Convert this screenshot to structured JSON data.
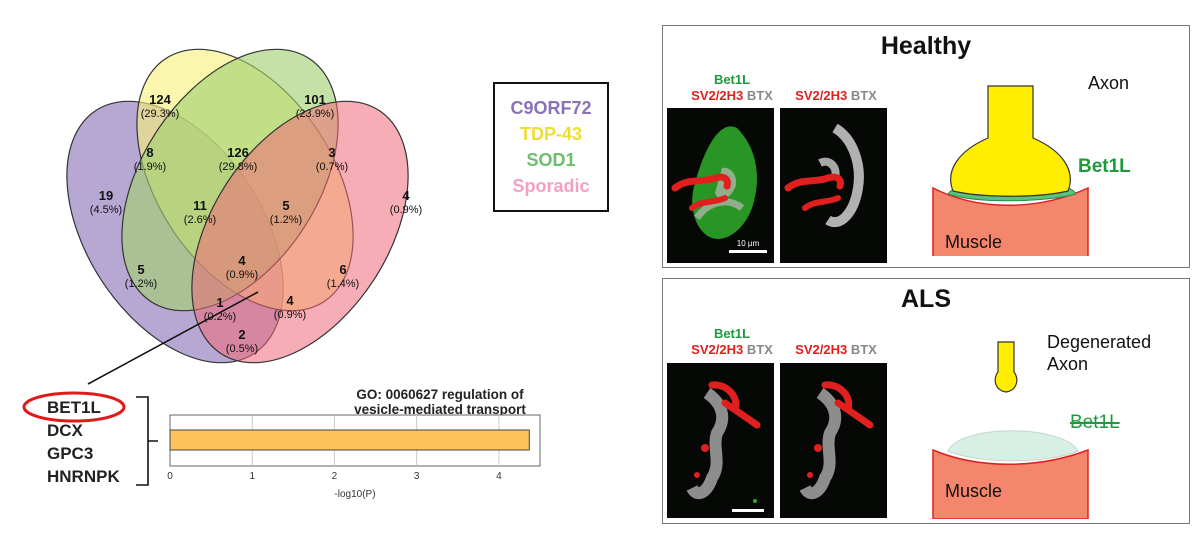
{
  "venn": {
    "regions": [
      {
        "id": "tdp43_only",
        "count": "124",
        "pct": "(29.3%)"
      },
      {
        "id": "sod1_only",
        "count": "101",
        "pct": "(23.9%)"
      },
      {
        "id": "c9_tdp",
        "count": "8",
        "pct": "(1.9%)"
      },
      {
        "id": "tdp_sod1",
        "count": "126",
        "pct": "(29.8%)"
      },
      {
        "id": "sod1_spor",
        "count": "3",
        "pct": "(0.7%)"
      },
      {
        "id": "c9_only",
        "count": "19",
        "pct": "(4.5%)"
      },
      {
        "id": "c9_tdp_sod1",
        "count": "11",
        "pct": "(2.6%)"
      },
      {
        "id": "tdp_sod1_spor",
        "count": "5",
        "pct": "(1.2%)"
      },
      {
        "id": "spor_only",
        "count": "4",
        "pct": "(0.9%)"
      },
      {
        "id": "all_four",
        "count": "4",
        "pct": "(0.9%)"
      },
      {
        "id": "c9_sod1",
        "count": "5",
        "pct": "(1.2%)"
      },
      {
        "id": "tdp_spor",
        "count": "6",
        "pct": "(1.4%)"
      },
      {
        "id": "c9_sod1_spor",
        "count": "1",
        "pct": "(0.2%)"
      },
      {
        "id": "c9_tdp_spor",
        "count": "4",
        "pct": "(0.9%)"
      },
      {
        "id": "c9_spor",
        "count": "2",
        "pct": "(0.5%)"
      }
    ]
  },
  "legend": {
    "items": [
      {
        "label": "C9ORF72",
        "color": "#8a72b8"
      },
      {
        "label": "TDP-43",
        "color": "#eedd33"
      },
      {
        "label": "SOD1",
        "color": "#6cbf6c"
      },
      {
        "label": "Sporadic",
        "color": "#f4a0c4"
      }
    ]
  },
  "genes": [
    "BET1L",
    "DCX",
    "GPC3",
    "HNRNPK"
  ],
  "go_chart": {
    "title_line1": "GO: 0060627 regulation of",
    "title_line2": "vesicle-mediated transport",
    "xlabel": "-log10(P)",
    "ticks": [
      "0",
      "1",
      "2",
      "3",
      "4"
    ]
  },
  "chart_data": {
    "type": "bar",
    "title": "GO: 0060627 regulation of vesicle-mediated transport",
    "categories": [
      ""
    ],
    "values": [
      4.37
    ],
    "xlabel": "-log10(P)",
    "xlim": [
      0,
      4.5
    ],
    "orientation": "horizontal",
    "bar_color": "#fdc35a"
  },
  "healthy": {
    "title": "Healthy",
    "img_label_bet1l": "Bet1L",
    "img_label_sv2": "SV2/2H3",
    "img_label_btx": "BTX",
    "scale_bar": "10 µm",
    "axon": "Axon",
    "bet1l": "Bet1L",
    "muscle": "Muscle"
  },
  "als": {
    "title": "ALS",
    "img_label_bet1l": "Bet1L",
    "img_label_sv2": "SV2/2H3",
    "img_label_btx": "BTX",
    "degenerated_line1": "Degenerated",
    "degenerated_line2": "Axon",
    "bet1l": "Bet1L",
    "muscle": "Muscle"
  },
  "colors": {
    "c9": "#8a72b8",
    "tdp": "#f2ea7a",
    "sod1": "#9fd06f",
    "sporadic": "#f08c96",
    "bar": "#fdc35a",
    "bet1l_green": "#1e9a3c",
    "sv2_red": "#e0201e",
    "axon_yellow": "#ffee00",
    "muscle": "#f4866e"
  }
}
